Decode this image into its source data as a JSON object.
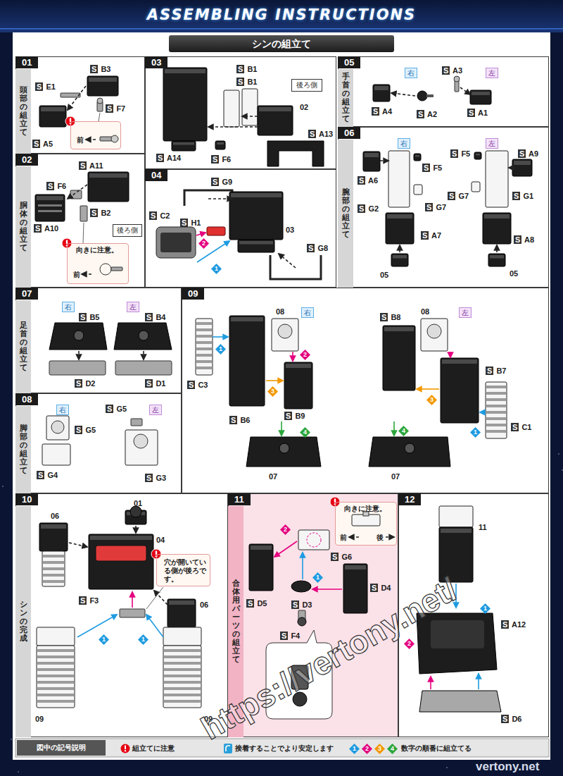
{
  "diagram": {
    "title": "ASSEMBLING INSTRUCTIONS",
    "nodes": [
      {
        "text": [
          "01"
        ]
      },
      {
        "text": [
          "頭部の組立て"
        ],
        "in": 0
      },
      {
        "text": [
          "前"
        ],
        "in": 0
      },
      {
        "text": [
          "02"
        ]
      },
      {
        "text": [
          "胴体の組立て"
        ],
        "in": 3
      },
      {
        "text": [
          "後ろ側"
        ],
        "in": 3
      },
      {
        "text": [
          "向きに注意。",
          "前"
        ],
        "in": 3
      },
      {
        "text": [
          "03"
        ]
      },
      {
        "text": [
          "後ろ側"
        ],
        "in": 7
      },
      {
        "text": [
          "04"
        ]
      },
      {
        "text": [
          "05"
        ]
      },
      {
        "text": [
          "手首の組立て"
        ],
        "in": 10
      },
      {
        "text": [
          "06"
        ]
      },
      {
        "text": [
          "腕部の組立て"
        ],
        "in": 12
      },
      {
        "text": [
          "07"
        ]
      },
      {
        "text": [
          "足首の組立て"
        ],
        "in": 14
      },
      {
        "text": [
          "08"
        ]
      },
      {
        "text": [
          "脚部の組立て"
        ],
        "in": 16
      },
      {
        "text": [
          "09"
        ]
      },
      {
        "text": [
          "10"
        ]
      },
      {
        "text": [
          "シンの完成"
        ],
        "in": 19
      },
      {
        "text": [
          "穴が開いている側が後ろです。"
        ],
        "in": 19
      },
      {
        "text": [
          "11"
        ]
      },
      {
        "text": [
          "合体用パーツの組立て"
        ],
        "in": 22
      },
      {
        "text": [
          "向きに注意。",
          "前",
          "後"
        ],
        "in": 22
      },
      {
        "text": [
          "12"
        ]
      }
    ],
    "labels": [
      "シンの組立て",
      "S B3",
      "S E1",
      "S F7",
      "S A5",
      "S A11",
      "S F6",
      "S A10",
      "S B2",
      "S B1",
      "S B1",
      "02",
      "S A14",
      "S A13",
      "S F6",
      "S G9",
      "S C2",
      "S H1",
      "03",
      "S G8",
      "2",
      "1",
      "右",
      "S A3",
      "左",
      "S A4",
      "S A2",
      "S A1",
      "右",
      "S F5",
      "S A6",
      "S G2",
      "S G7",
      "S A7",
      "05",
      "S F5",
      "左",
      "S A9",
      "S G7",
      "S G1",
      "S A8",
      "05",
      "右",
      "S B5",
      "左",
      "S B4",
      "S D2",
      "S D1",
      "右",
      "S G5",
      "左",
      "S G5",
      "S G4",
      "S G3",
      "08",
      "右",
      "S C3",
      "1",
      "2",
      "S B6",
      "3",
      "S B9",
      "4",
      "07",
      "S B8",
      "08",
      "左",
      "4",
      "3",
      "S B7",
      "1",
      "S C1",
      "07",
      "01",
      "06",
      "04",
      "06",
      "S F3",
      "1",
      "1",
      "09",
      "09",
      "2",
      "S G6",
      "S D4",
      "S D5",
      "S D3",
      "1",
      "S F4",
      "11",
      "1",
      "S A12",
      "2",
      "S D6",
      "図中の記号説明",
      "1",
      "2",
      "3",
      "4",
      "https://vertony.net/",
      "vertony.net"
    ],
    "legend": [
      {
        "text": "組立てに注意"
      },
      {
        "text": "接着することでより安定します"
      },
      {
        "text": "数字の順番に組立てる"
      }
    ]
  }
}
